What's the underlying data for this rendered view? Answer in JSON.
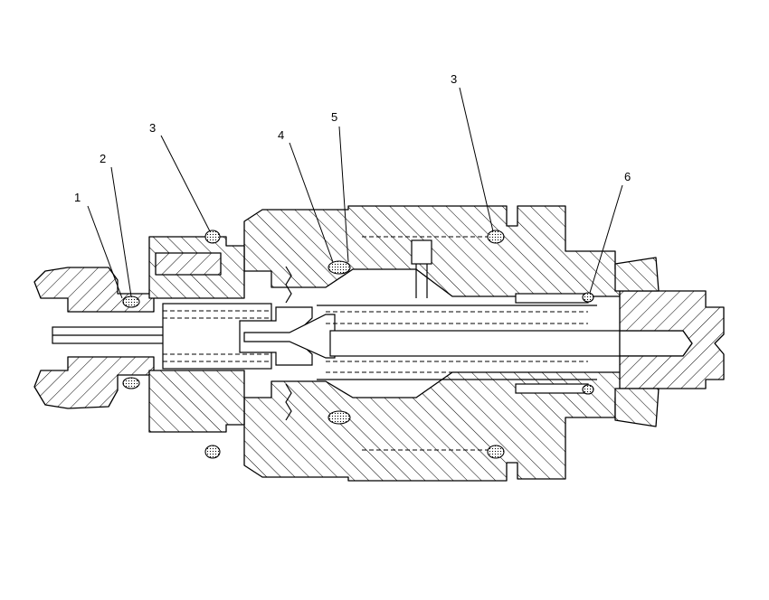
{
  "callouts": [
    {
      "id": "c1",
      "label": "1"
    },
    {
      "id": "c2",
      "label": "2"
    },
    {
      "id": "c3a",
      "label": "3"
    },
    {
      "id": "c4",
      "label": "4"
    },
    {
      "id": "c5",
      "label": "5"
    },
    {
      "id": "c3b",
      "label": "3"
    },
    {
      "id": "c6",
      "label": "6"
    }
  ]
}
